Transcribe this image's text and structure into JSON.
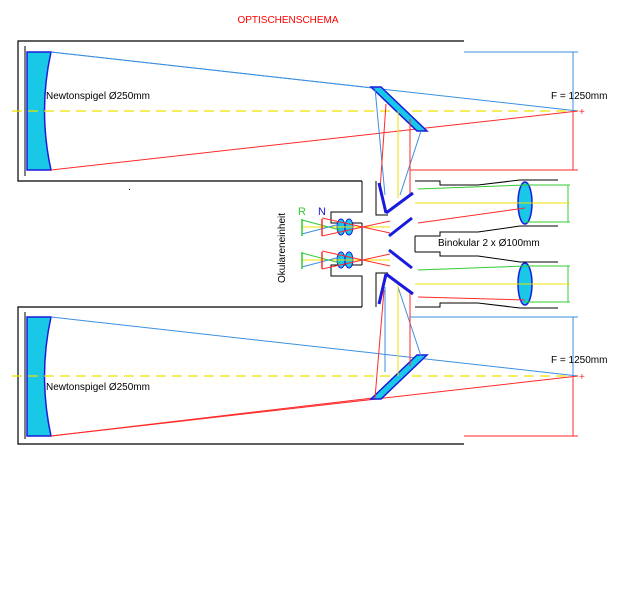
{
  "title": "OPTISCHENSCHEMA",
  "labels": {
    "mirror_top": "Newtonspigel Ø250mm",
    "mirror_bottom": "Newtonspigel Ø250mm",
    "focal_top": "F = 1250mm",
    "focal_bottom": "F = 1250mm",
    "binocular": "Binokular 2 x Ø100mm",
    "eyepiece_unit": "Okulareneinheit",
    "marker_r": "R",
    "marker_n": "N"
  },
  "colors": {
    "title": "#ff0000",
    "ray_blue": "#3c8fe0",
    "ray_red": "#ff2a2a",
    "ray_yellow": "#f0e000",
    "ray_green": "#33cc33",
    "mirror_fill": "#19c8e6",
    "diagonal_mirror": "#1a1adc",
    "tube_outline": "#000000",
    "marker_r": "#33cc33",
    "marker_n": "#1a1adc"
  }
}
